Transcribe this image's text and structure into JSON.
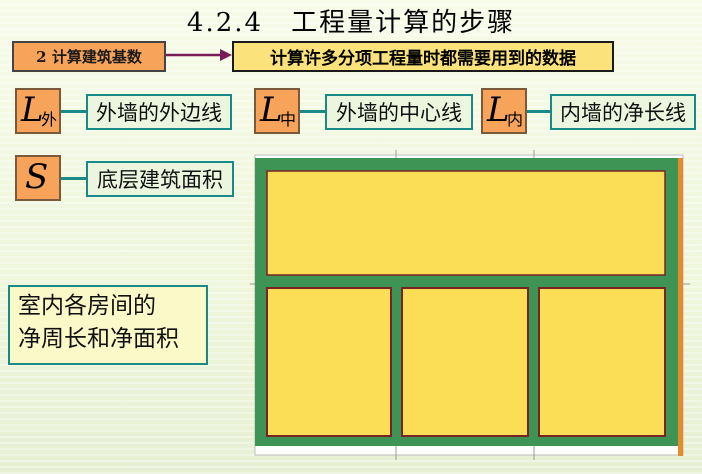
{
  "title": "4.2.4　工程量计算的步骤",
  "step": {
    "label": "2 计算建筑基数",
    "description": "计算许多分项工程量时都需要用到的数据"
  },
  "symbols": [
    {
      "main": "L",
      "sub": "外",
      "meaning": "外墙的外边线"
    },
    {
      "main": "L",
      "sub": "中",
      "meaning": "外墙的中心线"
    },
    {
      "main": "L",
      "sub": "内",
      "meaning": "内墙的净长线"
    },
    {
      "main": "S",
      "sub": "",
      "meaning": "底层建筑面积"
    }
  ],
  "room_note": {
    "line1": "室内各房间的",
    "line2": "净周长和净面积"
  },
  "colors": {
    "wall_green": "#3d9455",
    "room_yellow": "#fbde56",
    "room_border": "#7a2323",
    "connector": "#1a8a86",
    "symbol_fill": "#f7a35a"
  }
}
